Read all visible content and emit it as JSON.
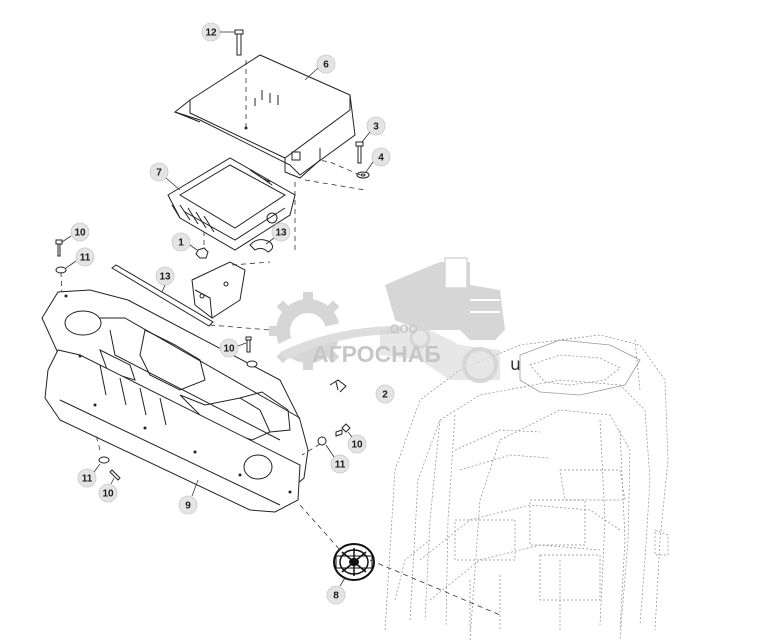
{
  "diagram": {
    "callouts": [
      {
        "id": "c12a",
        "label": "12"
      },
      {
        "id": "c6",
        "label": "6"
      },
      {
        "id": "c3",
        "label": "3"
      },
      {
        "id": "c4",
        "label": "4"
      },
      {
        "id": "c7",
        "label": "7"
      },
      {
        "id": "c10a",
        "label": "10"
      },
      {
        "id": "c11a",
        "label": "11"
      },
      {
        "id": "c1",
        "label": "1"
      },
      {
        "id": "c13a",
        "label": "13"
      },
      {
        "id": "c13b",
        "label": "13"
      },
      {
        "id": "c10b",
        "label": "10"
      },
      {
        "id": "c2",
        "label": "2"
      },
      {
        "id": "c10c",
        "label": "10"
      },
      {
        "id": "c11b",
        "label": "11"
      },
      {
        "id": "c11c",
        "label": "11"
      },
      {
        "id": "c10d",
        "label": "10"
      },
      {
        "id": "c9",
        "label": "9"
      },
      {
        "id": "c8",
        "label": "8"
      }
    ]
  },
  "watermark": {
    "prefix": "ООО",
    "name": "АГРОСНАБ",
    "trailing_char": "u"
  },
  "colors": {
    "line": "#222222",
    "callout_fill": "#e4e4e4",
    "cab_line": "#8a8a8a",
    "watermark": "#cfcfcf"
  }
}
